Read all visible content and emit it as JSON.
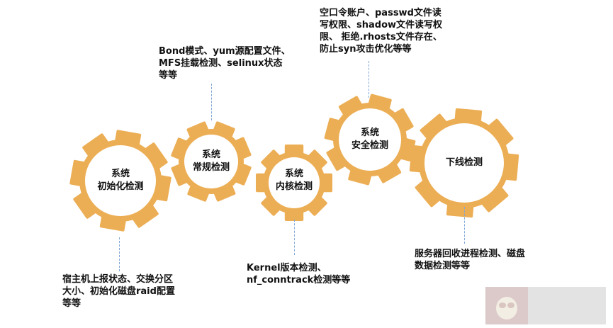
{
  "colors": {
    "gear": "#ECAE55",
    "inner": "#ffffff",
    "dash": "#7fa6d6"
  },
  "gears": [
    {
      "title": [
        "系统",
        "初始化检测"
      ],
      "desc": [
        "宿主机上报状态、交换分区",
        "大小、初始化磁盘raid配置",
        "等等"
      ]
    },
    {
      "title": [
        "系统",
        "常规检测"
      ],
      "desc": [
        "Bond模式、yum源配置文件、",
        "MFS挂载检测、selinux状态",
        "等等"
      ]
    },
    {
      "title": [
        "系统",
        "内核检测"
      ],
      "desc": [
        "Kernel版本检测、",
        "nf_conntrack检测等等"
      ]
    },
    {
      "title": [
        "系统",
        "安全检测"
      ],
      "desc": [
        "空口令账户、passwd文件读",
        "写权限、shadow文件读写权",
        "限、 拒绝.rhosts文件存在、",
        "防止syn攻击优化等等"
      ]
    },
    {
      "title": [
        "下线检测"
      ],
      "desc": [
        "服务器回收进程检测、磁盘",
        "数据检测等等"
      ]
    }
  ]
}
